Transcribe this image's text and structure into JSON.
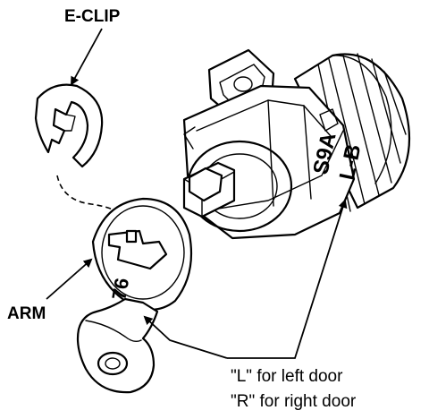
{
  "labels": {
    "eclip": "E-CLIP",
    "arm": "ARM",
    "left_note": "\"L\" for left door",
    "right_note": "\"R\" for right door"
  },
  "stamps": {
    "part_code": "S9A",
    "part_side": "L-B",
    "arm_mark": "76"
  }
}
